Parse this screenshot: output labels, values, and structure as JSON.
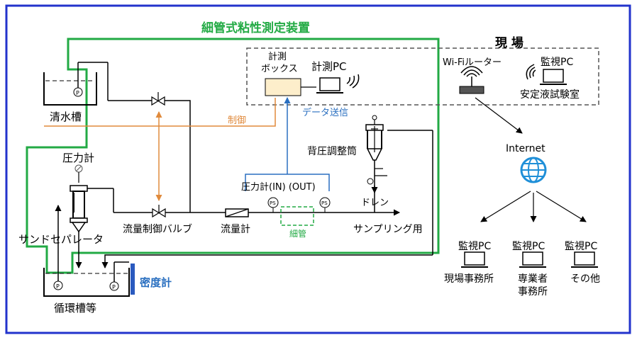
{
  "title": "細管式粘性測定装置",
  "site": "現 場",
  "labels": {
    "clean_tank": "清水槽",
    "pressure_gauge": "圧力計",
    "separator": "サンドセパレータ",
    "circ_tank": "循環槽等",
    "density_meter": "密度計",
    "flow_valve": "流量制御バルブ",
    "flowmeter": "流量計",
    "capillary": "細管",
    "pressure_inout": "圧力計(IN) (OUT)",
    "sampling": "サンプリング用",
    "drain": "ドレン",
    "backpressure": "背圧調整筒",
    "control": "制御",
    "data_send": "データ送信",
    "box_line1": "計測",
    "box_line2": "ボックス",
    "measure_pc": "計測PC",
    "router": "Wi-Fiルーター",
    "monitor_pc_top": "監視PC",
    "lab": "安定液試験室",
    "internet": "Internet",
    "pc1": "監視PC",
    "pc1_loc": "現場事務所",
    "pc2": "監視PC",
    "pc2_loc1": "専業者",
    "pc2_loc2": "事務所",
    "pc3": "監視PC",
    "pc3_loc": "その他",
    "p": "P",
    "ps": "PS"
  },
  "colors": {
    "frame": "#2233cc",
    "green": "#22aa44",
    "orange": "#e08a3c",
    "blue": "#2a6fc0",
    "box_fill": "#fdeecb",
    "dash": "#555555"
  }
}
